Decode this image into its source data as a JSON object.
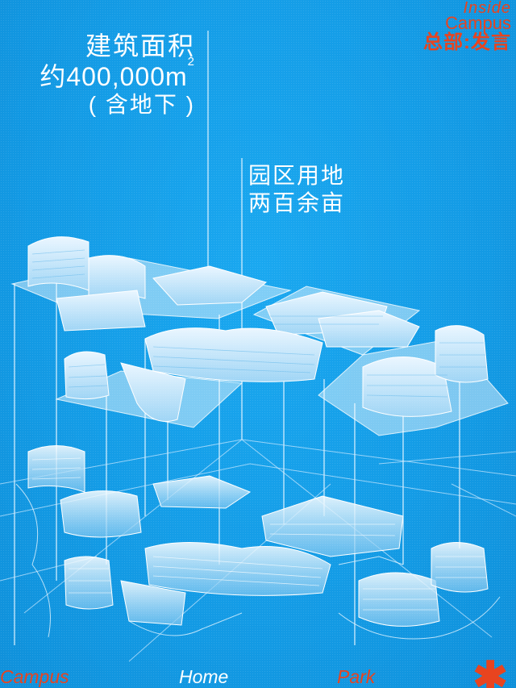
{
  "header": {
    "area_label": "建筑面积",
    "area_value": "约400,000m",
    "area_unit_sup": "2",
    "area_note": "( 含地下 )",
    "land_label": "园区用地",
    "land_value": "两百余亩"
  },
  "brand": {
    "line1": "Inside",
    "line2": "Campus",
    "line3": "总部:发言"
  },
  "footer": {
    "campus": "Campus",
    "home": "Home",
    "park": "Park"
  },
  "colors": {
    "background": "#15a0ea",
    "accent": "#e8441f",
    "line": "#ffffff"
  },
  "icons": {
    "asterisk": "asterisk-icon"
  }
}
